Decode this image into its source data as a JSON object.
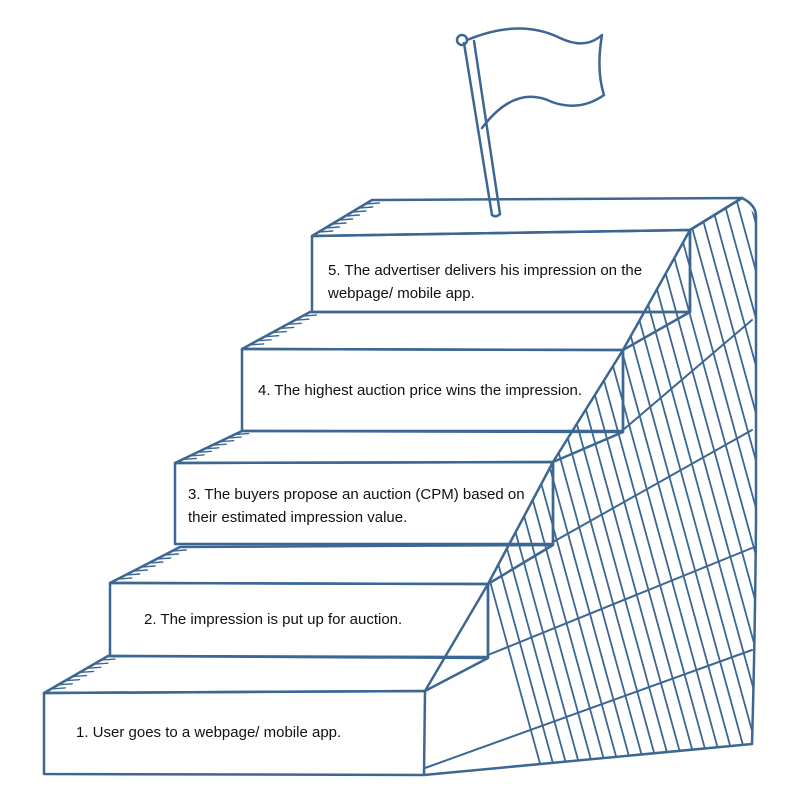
{
  "colors": {
    "stroke": "#3c6793",
    "background": "#ffffff",
    "text": "#111111"
  },
  "steps": [
    {
      "text": "1. User goes to a webpage/ mobile app."
    },
    {
      "text": "2. The impression is put up for auction."
    },
    {
      "text": "3. The buyers propose an auction (CPM) based on their estimated impression value."
    },
    {
      "text": "4. The highest auction price wins the impression."
    },
    {
      "text": "5. The advertiser delivers his impression on the webpage/ mobile app."
    }
  ],
  "icons": {
    "goal": "flag-icon"
  }
}
